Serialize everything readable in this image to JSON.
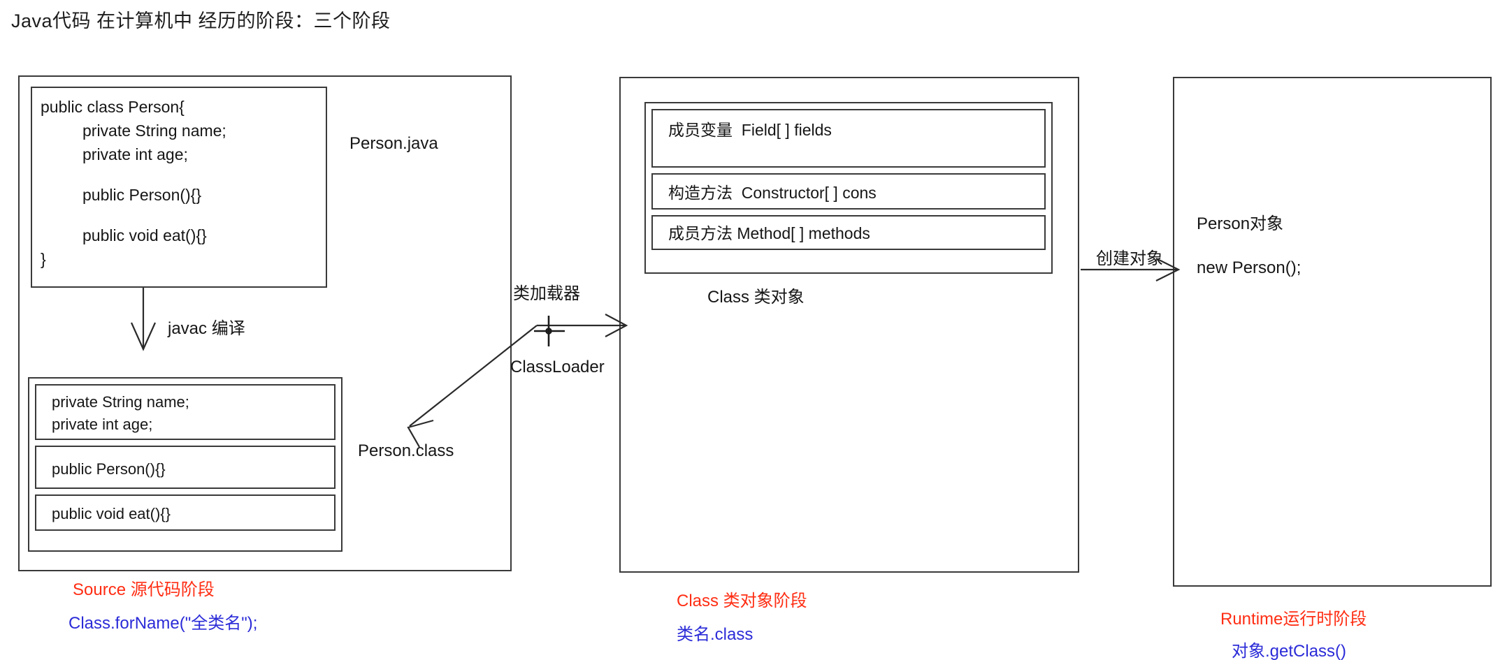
{
  "page": {
    "title": "Java代码 在计算机中 经历的阶段：三个阶段"
  },
  "stages": {
    "source": {
      "file_label": "Person.java",
      "compiled_label": "Person.class",
      "compile_arrow_label": "javac 编译",
      "source_code": [
        "public class Person{",
        "private String name;",
        "private int age;",
        "public Person(){}",
        "public void eat(){}",
        "}"
      ],
      "compiled_members": {
        "fields": [
          "private String name;",
          "private int age;"
        ],
        "constructor": "public Person(){}",
        "method": "public void eat(){}"
      },
      "caption_red": "Source 源代码阶段",
      "caption_blue": "Class.forName(\"全类名\");"
    },
    "class_object": {
      "loader_label_cn": "类加载器",
      "loader_label_en": "ClassLoader",
      "title_label": "Class 类对象",
      "members": [
        "成员变量  Field[ ] fields",
        "构造方法  Constructor[ ] cons",
        "成员方法 Method[ ] methods"
      ],
      "caption_red": "Class 类对象阶段",
      "caption_blue": "类名.class"
    },
    "runtime": {
      "create_arrow_label": "创建对象",
      "object_label": "Person对象",
      "code_label": "new Person();",
      "caption_red": "Runtime运行时阶段",
      "caption_blue": "对象.getClass()"
    }
  },
  "colors": {
    "stage_caption_red": "#ff2d13",
    "stage_caption_blue": "#2b2bd8",
    "box_border": "#3a3a3a",
    "text": "#161616",
    "background": "#ffffff"
  }
}
